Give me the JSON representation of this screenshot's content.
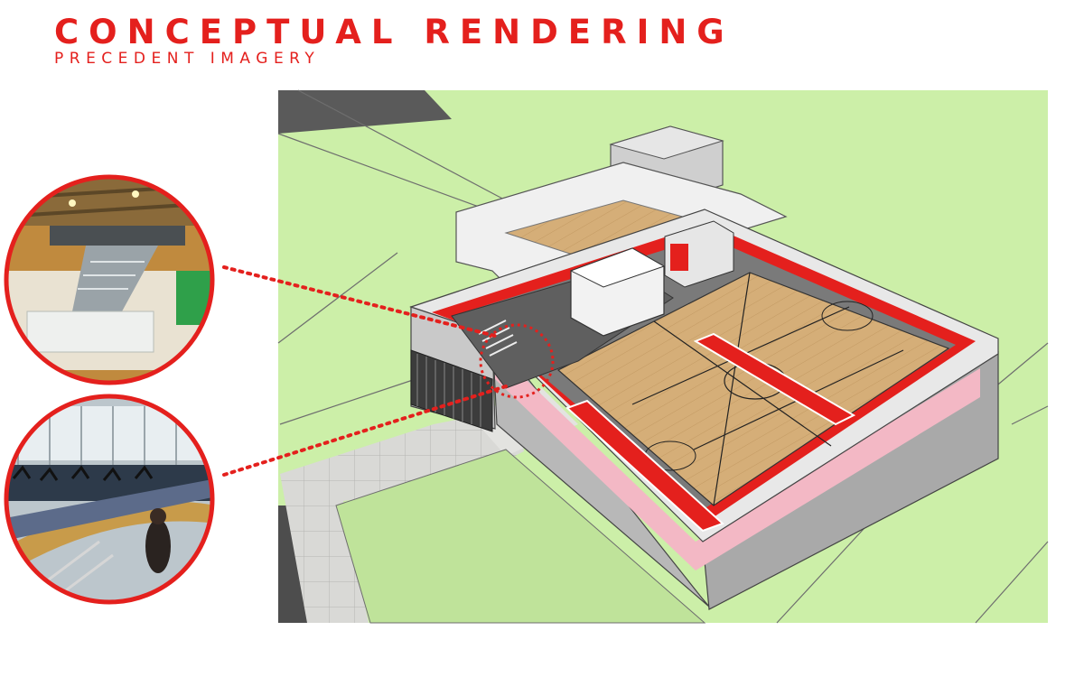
{
  "header": {
    "title": "CONCEPTUAL RENDERING",
    "subtitle": "PRECEDENT IMAGERY"
  },
  "colors": {
    "accent": "#e4201d",
    "lawn": "#bfe39a",
    "wood_floor": "#d7b27f",
    "pink_wall": "#f3b8c5",
    "roof_edge": "#d8d8d8"
  },
  "callouts": [
    {
      "name": "precedent-photo-atrium-stair",
      "icon": "photo-icon"
    },
    {
      "name": "precedent-photo-fitness-track",
      "icon": "photo-icon"
    }
  ]
}
